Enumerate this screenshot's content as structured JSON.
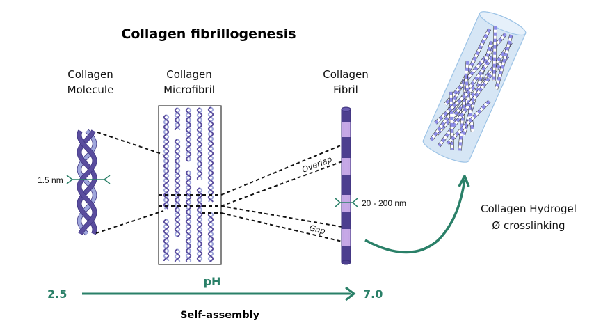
{
  "title": "Collagen fibrillogenesis",
  "colors": {
    "green": "#2a8068",
    "purple_dark": "#5a4d9e",
    "purple_light": "#9fa6dc",
    "fibril_dark": "#4d3f8f",
    "fibril_light": "#c6a8e6",
    "hydrogel_fill": "#d6e6f5",
    "hydrogel_stroke": "#9cc3e6",
    "segment_purple": "#8c8ce8"
  },
  "stages": {
    "molecule": {
      "line1": "Collagen",
      "line2": "Molecule",
      "diameter": "1.5 nm"
    },
    "microfibril": {
      "line1": "Collagen",
      "line2": "Microfibril"
    },
    "fibril": {
      "line1": "Collagen",
      "line2": "Fibril",
      "diameter": "20 - 200 nm",
      "overlap_label": "Overlap",
      "gap_label": "Gap"
    },
    "hydrogel": {
      "line1": "Collagen Hydrogel",
      "line2": "Ø crosslinking"
    }
  },
  "ph_axis": {
    "label": "pH",
    "start": "2.5",
    "end": "7.0",
    "process": "Self-assembly"
  }
}
